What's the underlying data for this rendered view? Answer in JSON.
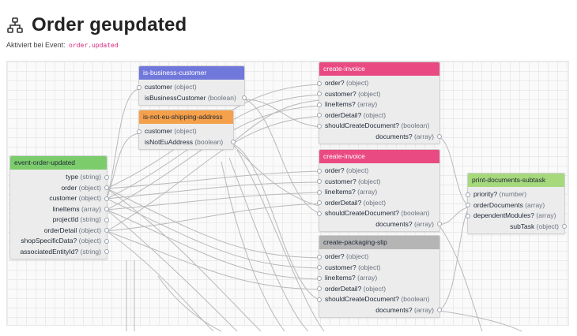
{
  "header": {
    "title": "Order geupdated",
    "subtitle_prefix": "Aktiviert bei Event:",
    "event_code": "order.updated",
    "icon": "flow-nodes-icon"
  },
  "colors": {
    "event_header": "#7ccc6c",
    "business_header": "#7178dc",
    "shipping_header": "#f5a04a",
    "invoice_header": "#ea4a82",
    "packaging_header": "#b5b5b5",
    "print_header": "#a6d87c"
  },
  "nodes": {
    "event": {
      "title": "event-order-updated",
      "outputs": [
        {
          "name": "type",
          "type": "(string)"
        },
        {
          "name": "order",
          "type": "(object)"
        },
        {
          "name": "customer",
          "type": "(object)"
        },
        {
          "name": "lineItems",
          "type": "(array)"
        },
        {
          "name": "projectId",
          "type": "(string)"
        },
        {
          "name": "orderDetail",
          "type": "(object)"
        },
        {
          "name": "shopSpecificData?",
          "type": "(object)"
        },
        {
          "name": "associatedEntityId?",
          "type": "(string)"
        }
      ]
    },
    "business": {
      "title": "is-business-customer",
      "inputs": [
        {
          "name": "customer",
          "type": "(object)"
        }
      ],
      "outputs": [
        {
          "name": "isBusinessCustomer",
          "type": "(boolean)"
        }
      ]
    },
    "shipping": {
      "title": "is-not-eu-shipping-address",
      "inputs": [
        {
          "name": "customer",
          "type": "(object)"
        }
      ],
      "outputs": [
        {
          "name": "isNotEuAddress",
          "type": "(boolean)"
        }
      ]
    },
    "invoice1": {
      "title": "create-invoice",
      "inputs": [
        {
          "name": "order?",
          "type": "(object)"
        },
        {
          "name": "customer?",
          "type": "(object)"
        },
        {
          "name": "lineItems?",
          "type": "(array)"
        },
        {
          "name": "orderDetail?",
          "type": "(object)"
        },
        {
          "name": "shouldCreateDocument?",
          "type": "(boolean)"
        }
      ],
      "outputs": [
        {
          "name": "documents?",
          "type": "(array)"
        }
      ]
    },
    "invoice2": {
      "title": "create-invoice",
      "inputs": [
        {
          "name": "order?",
          "type": "(object)"
        },
        {
          "name": "customer?",
          "type": "(object)"
        },
        {
          "name": "lineItems?",
          "type": "(array)"
        },
        {
          "name": "orderDetail?",
          "type": "(object)"
        },
        {
          "name": "shouldCreateDocument?",
          "type": "(boolean)"
        }
      ],
      "outputs": [
        {
          "name": "documents?",
          "type": "(array)"
        }
      ]
    },
    "packaging": {
      "title": "create-packaging-slip",
      "inputs": [
        {
          "name": "order?",
          "type": "(object)"
        },
        {
          "name": "customer?",
          "type": "(object)"
        },
        {
          "name": "lineItems?",
          "type": "(array)"
        },
        {
          "name": "orderDetail?",
          "type": "(object)"
        },
        {
          "name": "shouldCreateDocument?",
          "type": "(boolean)"
        }
      ],
      "outputs": [
        {
          "name": "documents?",
          "type": "(array)"
        }
      ]
    },
    "print": {
      "title": "print-documents-subtask",
      "inputs": [
        {
          "name": "priority?",
          "type": "(number)"
        },
        {
          "name": "orderDocuments",
          "type": "(array)"
        },
        {
          "name": "dependentModules?",
          "type": "(array)"
        }
      ],
      "outputs": [
        {
          "name": "subTask",
          "type": "(object)"
        }
      ]
    }
  }
}
